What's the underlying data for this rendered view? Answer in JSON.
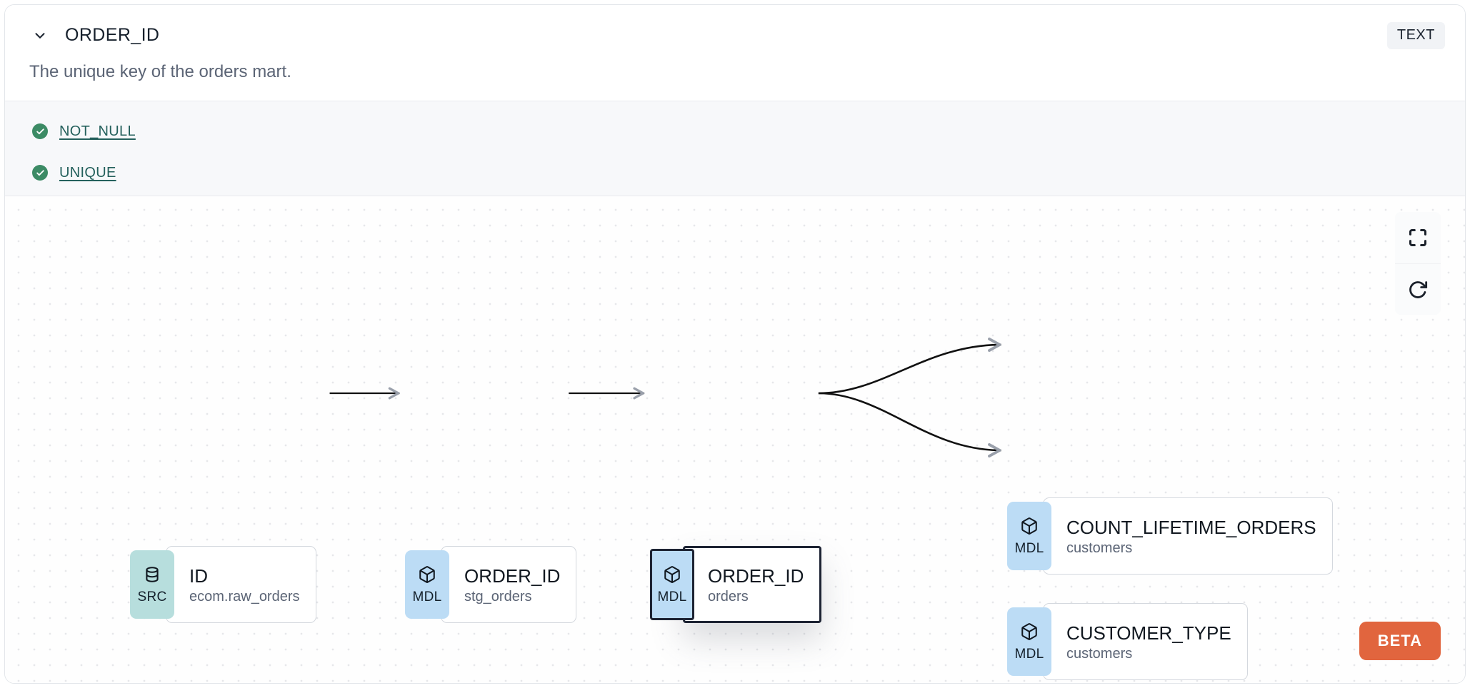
{
  "header": {
    "collapse_icon": "chevron-down-icon",
    "title": "ORDER_ID",
    "type_badge": "TEXT"
  },
  "description": "The unique key of the orders mart.",
  "tests": {
    "status_icon": "check-circle-icon",
    "items": [
      {
        "label": "NOT_NULL",
        "status": "passed"
      },
      {
        "label": "UNIQUE",
        "status": "passed"
      }
    ]
  },
  "lineage": {
    "nodes": [
      {
        "id": "src",
        "badge": "SRC",
        "badge_icon": "database-icon",
        "name": "ID",
        "sub": "ecom.raw_orders",
        "selected": false
      },
      {
        "id": "stg",
        "badge": "MDL",
        "badge_icon": "cube-icon",
        "name": "ORDER_ID",
        "sub": "stg_orders",
        "selected": false
      },
      {
        "id": "orders",
        "badge": "MDL",
        "badge_icon": "cube-icon",
        "name": "ORDER_ID",
        "sub": "orders",
        "selected": true
      },
      {
        "id": "count",
        "badge": "MDL",
        "badge_icon": "cube-icon",
        "name": "COUNT_LIFETIME_ORDERS",
        "sub": "customers",
        "selected": false
      },
      {
        "id": "custtype",
        "badge": "MDL",
        "badge_icon": "cube-icon",
        "name": "CUSTOMER_TYPE",
        "sub": "customers",
        "selected": false
      }
    ],
    "edges": [
      {
        "from": "src",
        "to": "stg"
      },
      {
        "from": "stg",
        "to": "orders"
      },
      {
        "from": "orders",
        "to": "count"
      },
      {
        "from": "orders",
        "to": "custtype"
      }
    ],
    "controls": [
      {
        "id": "fit-view",
        "icon": "fullscreen-icon"
      },
      {
        "id": "reset",
        "icon": "refresh-icon"
      }
    ],
    "beta_badge": "BETA"
  },
  "colors": {
    "src_badge": "#b7dedd",
    "mdl_badge": "#bcdcf5",
    "test_pass": "#3c8b65",
    "test_link": "#24605c",
    "beta": "#e1653e",
    "selected_border": "#1d2333"
  }
}
